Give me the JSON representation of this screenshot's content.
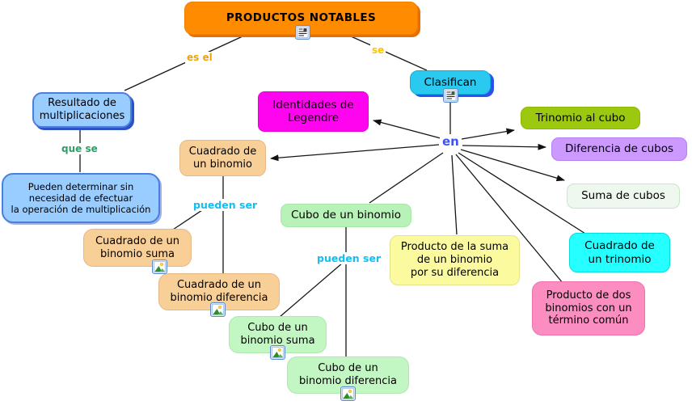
{
  "diagram_title": "PRODUCTOS NOTABLES",
  "nodes": {
    "root": {
      "label": "PRODUCTOS NOTABLES",
      "color": "#ff8b00"
    },
    "resultado": {
      "label": "Resultado de\nmultiplicaciones",
      "color": "#99ccff"
    },
    "pueden_determinar": {
      "label": "Pueden determinar sin\nnecesidad de efectuar\nla operación de multiplicación",
      "color": "#99ccff"
    },
    "cuadrado_binomio": {
      "label": "Cuadrado de\nun binomio",
      "color": "#f8cf97"
    },
    "identidades_legendre": {
      "label": "Identidades de\nLegendre",
      "color": "#ff05ef"
    },
    "clasifican": {
      "label": "Clasifican",
      "color": "#29c9f0"
    },
    "trinomio_al_cubo": {
      "label": "Trinomio al cubo",
      "color": "#9cc910"
    },
    "diferencia_de_cubos": {
      "label": "Diferencia de cubos",
      "color": "#cc99fe"
    },
    "suma_de_cubos": {
      "label": "Suma de cubos",
      "color": "#eef8ee"
    },
    "cubo_binomio": {
      "label": "Cubo de un binomio",
      "color": "#b9f2b9"
    },
    "producto_suma_diferencia": {
      "label": "Producto de la suma\nde un binomio\npor su diferencia",
      "color": "#fbfa9e"
    },
    "cuadrado_trinomio": {
      "label": "Cuadrado de\nun trinomio",
      "color": "#26ffff"
    },
    "producto_dos_binomios": {
      "label": "Producto de dos\nbinomios con un\ntérmino común",
      "color": "#fb8dc1"
    },
    "cuadrado_binomio_suma": {
      "label": "Cuadrado de un\nbinomio suma",
      "color": "#f8cf97"
    },
    "cuadrado_binomio_diferencia": {
      "label": "Cuadrado de un\nbinomio diferencia",
      "color": "#f8cf97"
    },
    "cubo_binomio_suma": {
      "label": "Cubo de un\nbinomio suma",
      "color": "#c2f6c2"
    },
    "cubo_binomio_diferencia": {
      "label": "Cubo de un\nbinomio diferencia",
      "color": "#c2f6c2"
    }
  },
  "link_labels": {
    "es_el": {
      "text": "es el",
      "color": "#f0a202"
    },
    "se": {
      "text": "se",
      "color": "#fdc10a"
    },
    "que_se": {
      "text": "que se",
      "color": "#2f9e64"
    },
    "pueden_ser_izquierda": {
      "text": "pueden ser",
      "color": "#16bdf0"
    },
    "pueden_ser_derecha": {
      "text": "pueden ser",
      "color": "#16bdf0"
    },
    "en": {
      "text": "en",
      "color": "#3e52f7"
    }
  },
  "icons": {
    "document_resource": "document-resource-icon",
    "image_resource": "image-resource-icon"
  }
}
